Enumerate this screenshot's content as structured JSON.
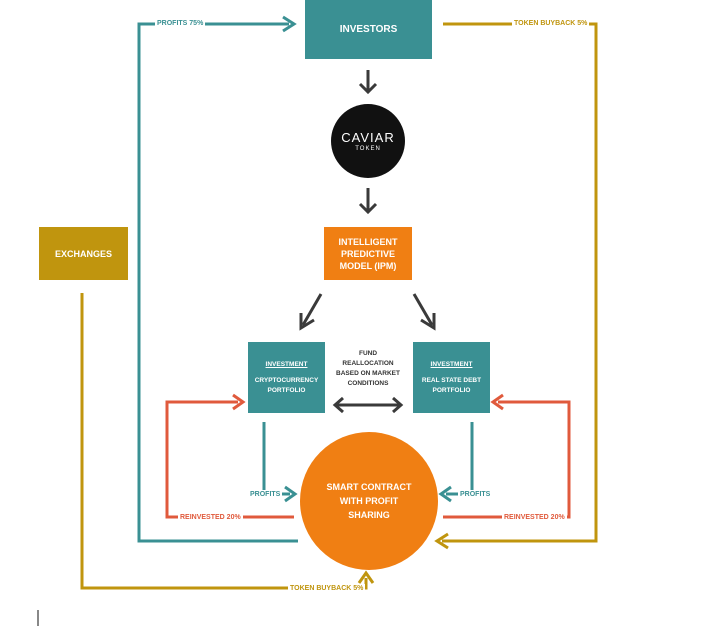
{
  "colors": {
    "teal": "#3a9093",
    "gold": "#c0950e",
    "orange": "#f07f13",
    "red": "#e05a3c",
    "dark": "#3a3a3a",
    "black": "#111111"
  },
  "nodes": {
    "investors": "INVESTORS",
    "token_logo": "CAVIAR",
    "token_sub": "TOKEN",
    "ipm_line1": "INTELLIGENT",
    "ipm_line2": "PREDICTIVE",
    "ipm_line3": "MODEL (IPM)",
    "exchanges": "EXCHANGES",
    "crypto_heading": "INVESTMENT",
    "crypto_line1": "CRYPTOCURRENCY",
    "crypto_line2": "PORTFOLIO",
    "realestate_heading": "INVESTMENT",
    "realestate_line1": "REAL STATE DEBT",
    "realestate_line2": "PORTFOLIO",
    "fund_line1": "FUND",
    "fund_line2": "REALLOCATION",
    "fund_line3": "BASED ON MARKET",
    "fund_line4": "CONDITIONS",
    "smart_line1": "SMART CONTRACT",
    "smart_line2": "WITH PROFIT",
    "smart_line3": "SHARING"
  },
  "labels": {
    "profits_75": "PROFITS 75%",
    "token_buyback_top": "TOKEN BUYBACK 5%",
    "profits_left": "PROFITS",
    "profits_right": "PROFITS",
    "reinvested_left": "REINVESTED 20%",
    "reinvested_right": "REINVESTED 20%",
    "token_buyback_bottom": "TOKEN BUYBACK 5%"
  }
}
